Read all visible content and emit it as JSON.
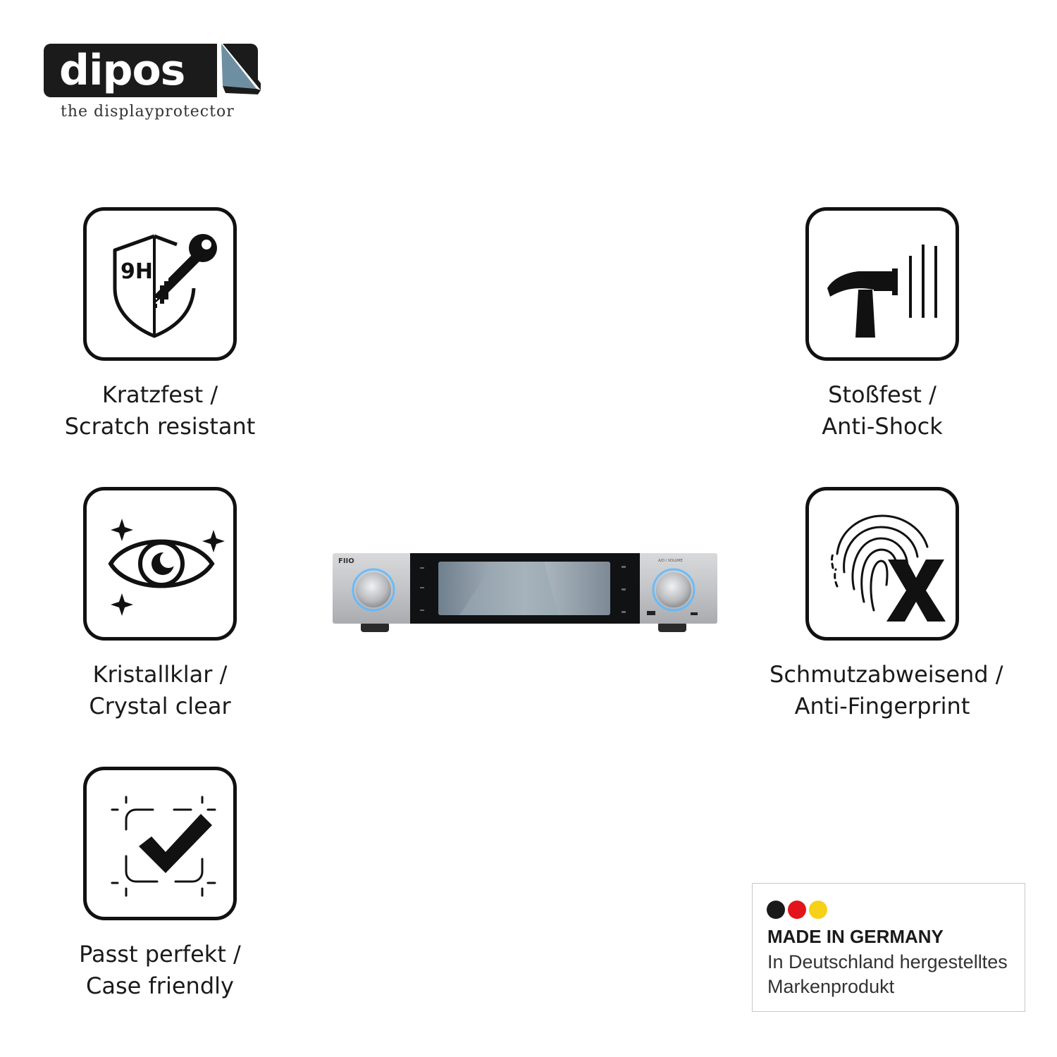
{
  "brand": {
    "name": "dipos",
    "tagline": "the displayprotector"
  },
  "features": [
    {
      "icon": "shield-key-9h-icon",
      "badge_text": "9H",
      "line1": "Kratzfest /",
      "line2": "Scratch resistant"
    },
    {
      "icon": "hammer-shock-icon",
      "line1": "Stoßfest /",
      "line2": "Anti-Shock"
    },
    {
      "icon": "sparkling-eye-icon",
      "line1": "Kristallklar /",
      "line2": "Crystal clear"
    },
    {
      "icon": "fingerprint-x-icon",
      "line1": "Schmutzabweisend /",
      "line2": "Anti-Fingerprint"
    },
    {
      "icon": "checkmark-frame-icon",
      "line1": "Passt perfekt /",
      "line2": "Case friendly"
    }
  ],
  "device": {
    "brand_text": "FIIO",
    "knob_right_label": "A/D / VOLUME"
  },
  "badge": {
    "title": "MADE IN GERMANY",
    "line1": "In Deutschland hergestelltes",
    "line2": "Markenprodukt",
    "flag_colors": [
      "#1a1a1a",
      "#e3141b",
      "#f7d117"
    ]
  },
  "colors": {
    "ink": "#111111",
    "knob_glow": "#5ab8ff"
  }
}
